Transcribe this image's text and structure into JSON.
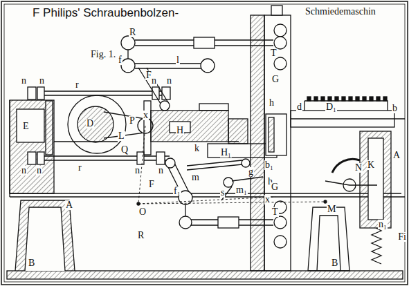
{
  "diagram": {
    "title": "F Philips' Schraubenbolzen-",
    "labels": [
      "Schmiedemaschin",
      "Fig. 1.",
      "R",
      "T",
      "f",
      "l",
      "G",
      "F",
      "n",
      "n",
      "r",
      "n",
      "n",
      "E",
      "D",
      "P",
      "x",
      "L",
      "H",
      "h",
      "d",
      "D₁",
      "b",
      "k",
      "Q",
      "H₁",
      "b₁",
      "A",
      "n",
      "n",
      "r",
      "n",
      "n",
      "m",
      "g",
      "K",
      "N",
      "h₁",
      "F",
      "G",
      "m₁",
      "s",
      "x",
      "f₁",
      "A",
      "O",
      "M",
      "T",
      "R",
      "n₁",
      "Fi",
      "B",
      "B"
    ]
  }
}
